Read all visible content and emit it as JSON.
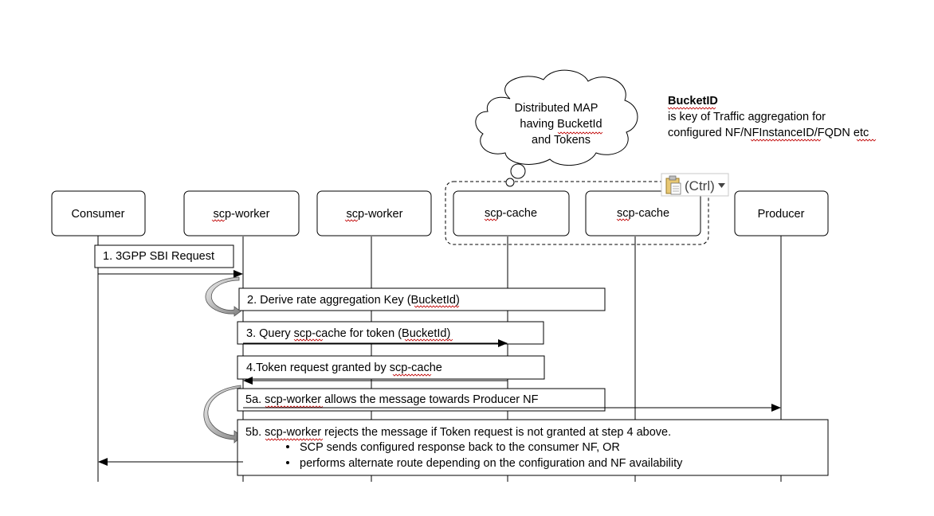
{
  "participants": [
    {
      "id": "consumer",
      "label": "Consumer"
    },
    {
      "id": "worker1",
      "label": "scp-worker"
    },
    {
      "id": "worker2",
      "label": "scp-worker"
    },
    {
      "id": "cache1",
      "label": "scp-cache"
    },
    {
      "id": "cache2",
      "label": "scp-cache"
    },
    {
      "id": "producer",
      "label": "Producer"
    }
  ],
  "cloud": {
    "line1": "Distributed MAP",
    "line2": "having BucketId",
    "line3": "and Tokens"
  },
  "note": {
    "title": "BucketID",
    "line1": "is key of Traffic aggregation for",
    "line2": "configured NF/NFInstanceID/FQDN etc"
  },
  "paste_options": {
    "label": "(Ctrl)"
  },
  "steps": {
    "step1": "1. 3GPP SBI Request",
    "step2": "2. Derive rate aggregation Key (BucketId)",
    "step3": "3. Query scp-cache for token (BucketId)",
    "step4": "4.Token request granted by scp-cache",
    "step5a": "5a. scp-worker allows the message towards Producer NF",
    "step5b": "5b. scp-worker rejects the message if Token request is not granted at step 4 above.",
    "step5b_bullet1": "SCP sends configured response back to the consumer NF, OR",
    "step5b_bullet2": "performs alternate route depending on the configuration and NF availability"
  }
}
